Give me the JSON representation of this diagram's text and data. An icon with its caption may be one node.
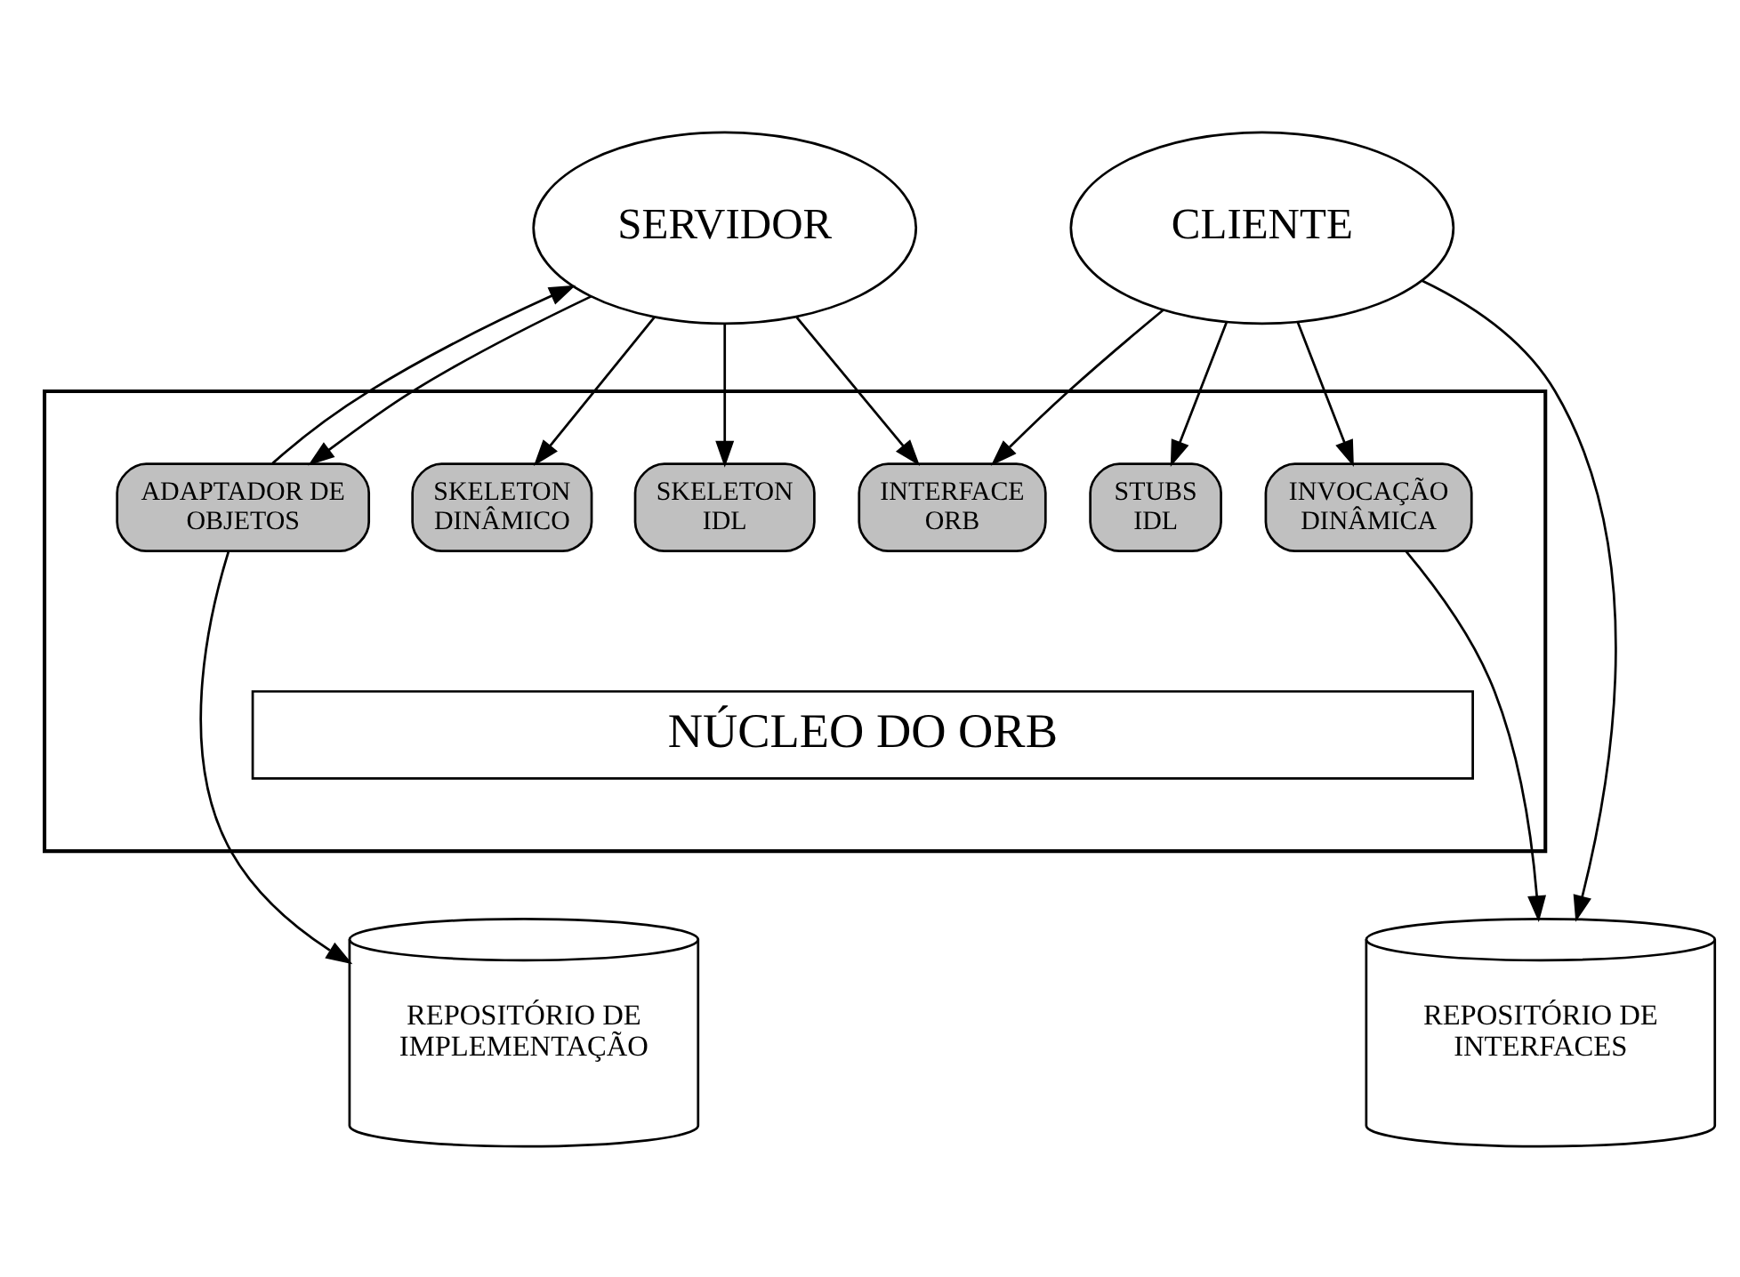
{
  "diagram": {
    "nodes": [
      {
        "text": [
          "CLIENTE"
        ]
      },
      {
        "text": [
          "SERVIDOR"
        ]
      },
      {
        "text": [],
        "shape": "arrow"
      },
      {
        "text": [
          "INVOCAÇÃO DINÂMICA"
        ],
        "in": 2
      },
      {
        "text": [
          "STUBS IDL"
        ],
        "in": 2
      },
      {
        "text": [
          "INTERFACE ORB"
        ],
        "in": 2
      },
      {
        "text": [
          "SKELETON IDL"
        ],
        "in": 2
      },
      {
        "text": [
          "SKELETON DINÂMICO"
        ],
        "in": 2
      },
      {
        "text": [
          "ADAPTADOR DE OBJETOS"
        ],
        "in": 2
      },
      {
        "text": [
          "NÚCLEO DO ORB"
        ],
        "in": 2
      },
      {
        "text": [
          "REPOSITÓRIO DE INTERFACES"
        ]
      },
      {
        "text": [
          "REPOSITÓRIO DE IMPLEMENTAÇÃO"
        ]
      }
    ],
    "edges": [
      {
        "from": 0,
        "to": 3,
        "arrow": "to"
      },
      {
        "from": 0,
        "to": 4,
        "arrow": "to"
      },
      {
        "from": 0,
        "to": 5,
        "arrow": "to"
      },
      {
        "from": 1,
        "to": 5,
        "arrow": "to"
      },
      {
        "from": 1,
        "to": 6,
        "arrow": "to"
      },
      {
        "from": 1,
        "to": 7,
        "arrow": "to"
      },
      {
        "from": 1,
        "to": 8,
        "arrow": "to"
      },
      {
        "from": 8,
        "to": 1,
        "arrow": "to"
      },
      {
        "from": 0,
        "to": 10,
        "arrow": "to"
      },
      {
        "from": 3,
        "to": 10,
        "arrow": "to"
      },
      {
        "from": 8,
        "to": 11,
        "arrow": "to"
      }
    ]
  }
}
